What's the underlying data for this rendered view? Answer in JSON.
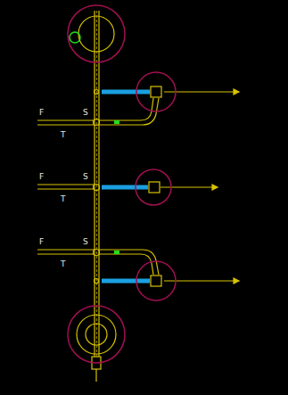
{
  "diagram": {
    "labels": [
      "F",
      "S",
      "T",
      "F",
      "S",
      "T",
      "F",
      "S",
      "T"
    ]
  }
}
